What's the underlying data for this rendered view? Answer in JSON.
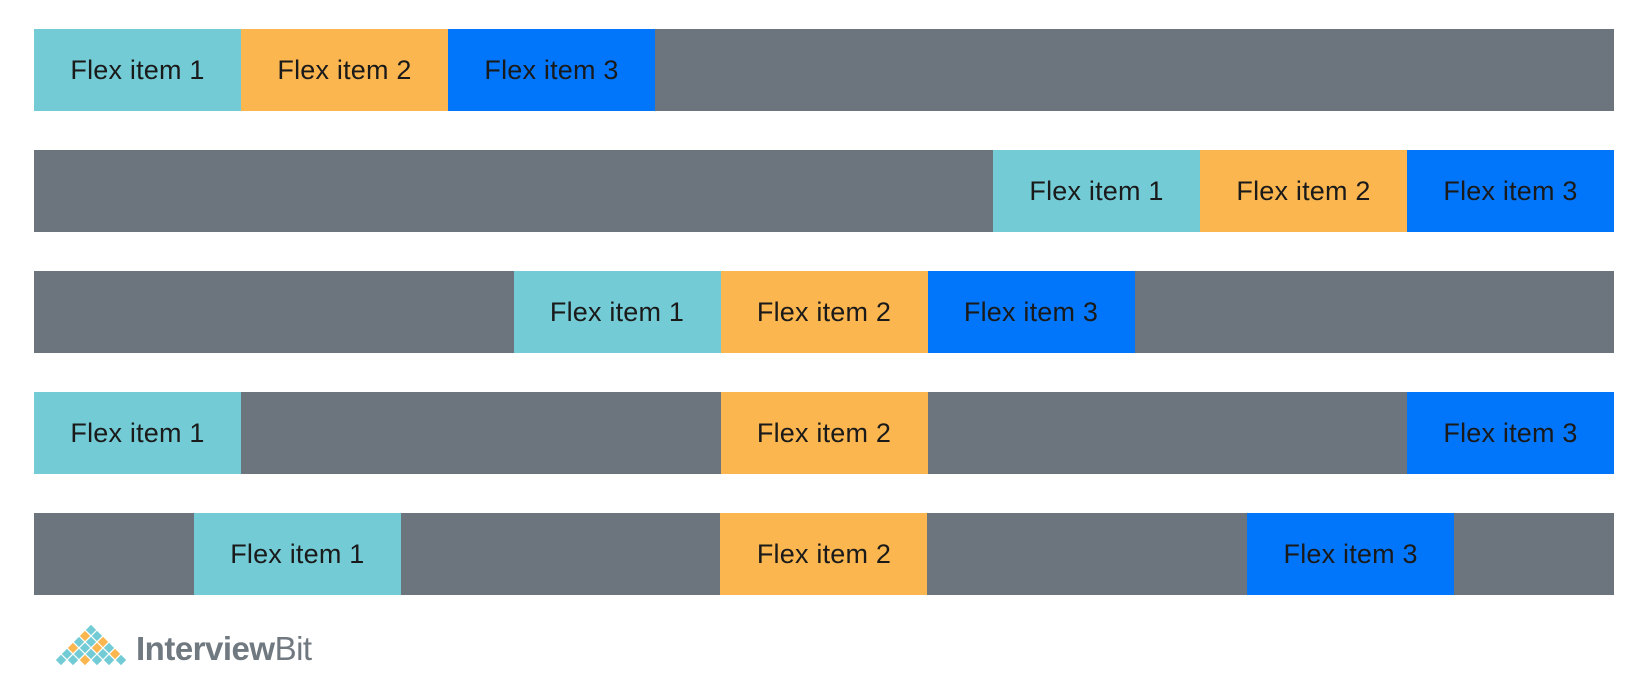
{
  "colors": {
    "container": "#6c747e",
    "item_1": "#73cbd5",
    "item_2": "#fbb64f",
    "item_3": "#0276fb",
    "logo_text": "#707880"
  },
  "rows": [
    {
      "items": [
        "Flex item 1",
        "Flex item 2",
        "Flex item 3"
      ]
    },
    {
      "items": [
        "Flex item 1",
        "Flex item 2",
        "Flex item 3"
      ]
    },
    {
      "items": [
        "Flex item 1",
        "Flex item 2",
        "Flex item 3"
      ]
    },
    {
      "items": [
        "Flex item 1",
        "Flex item 2",
        "Flex item 3"
      ]
    },
    {
      "items": [
        "Flex item 1",
        "Flex item 2",
        "Flex item 3"
      ]
    }
  ],
  "logo": {
    "icon": "diamond-lattice-logo-icon",
    "text_bold": "Interview",
    "text_regular": "Bit"
  }
}
